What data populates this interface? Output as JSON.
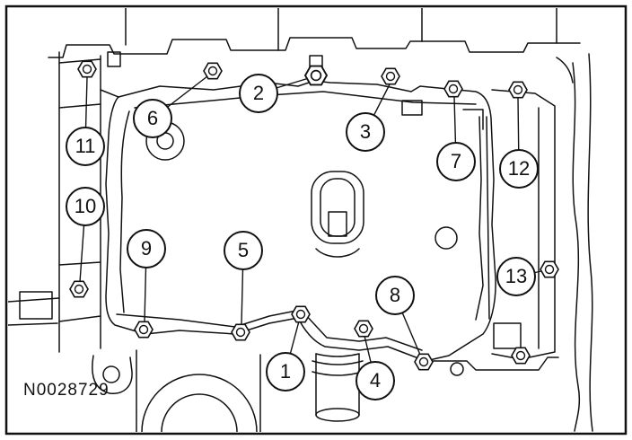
{
  "figure": {
    "ref": "N0028729",
    "callouts": [
      {
        "label": "1"
      },
      {
        "label": "2"
      },
      {
        "label": "3"
      },
      {
        "label": "4"
      },
      {
        "label": "5"
      },
      {
        "label": "6"
      },
      {
        "label": "7"
      },
      {
        "label": "8"
      },
      {
        "label": "9"
      },
      {
        "label": "10"
      },
      {
        "label": "11"
      },
      {
        "label": "12"
      },
      {
        "label": "13"
      }
    ]
  },
  "colors": {
    "line": "#111111",
    "background": "#ffffff"
  }
}
